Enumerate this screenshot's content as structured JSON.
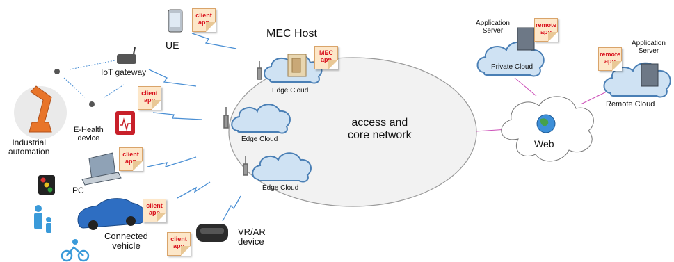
{
  "labels": {
    "mec_host": "MEC Host",
    "ue": "UE",
    "iot_gateway": "IoT gateway",
    "ehealth_line1": "E-Health",
    "ehealth_line2": "device",
    "industrial_line1": "Industrial",
    "industrial_line2": "automation",
    "pc": "PC",
    "connected_line1": "Connected",
    "connected_line2": "vehicle",
    "vrar_line1": "VR/AR",
    "vrar_line2": "device",
    "access_line1": "access and",
    "access_line2": "core network",
    "edge_cloud_1": "Edge Cloud",
    "edge_cloud_2": "Edge Cloud",
    "edge_cloud_3": "Edge Cloud",
    "web": "Web",
    "private_cloud": "Private Cloud",
    "remote_cloud": "Remote Cloud",
    "app_server_1_line1": "Application",
    "app_server_1_line2": "Server",
    "app_server_2_line1": "Application",
    "app_server_2_line2": "Server"
  },
  "notes": {
    "client_app": "client app",
    "mec_app": "MEC app",
    "remote_app": "remote app"
  },
  "colors": {
    "cloud_fill": "#cfe2f3",
    "cloud_stroke": "#4a7fb5",
    "note_text": "#d8101c",
    "link_line": "#4a8fd4",
    "web_link": "#cc4fb8"
  },
  "icons": [
    "phone-icon",
    "router-icon",
    "sensor-icon",
    "robot-arm-icon",
    "ehealth-icon",
    "laptop-icon",
    "traffic-light-icon",
    "family-icon",
    "cyclist-icon",
    "car-icon",
    "vr-headset-icon",
    "antenna-icon",
    "server-icon",
    "globe-icon"
  ]
}
